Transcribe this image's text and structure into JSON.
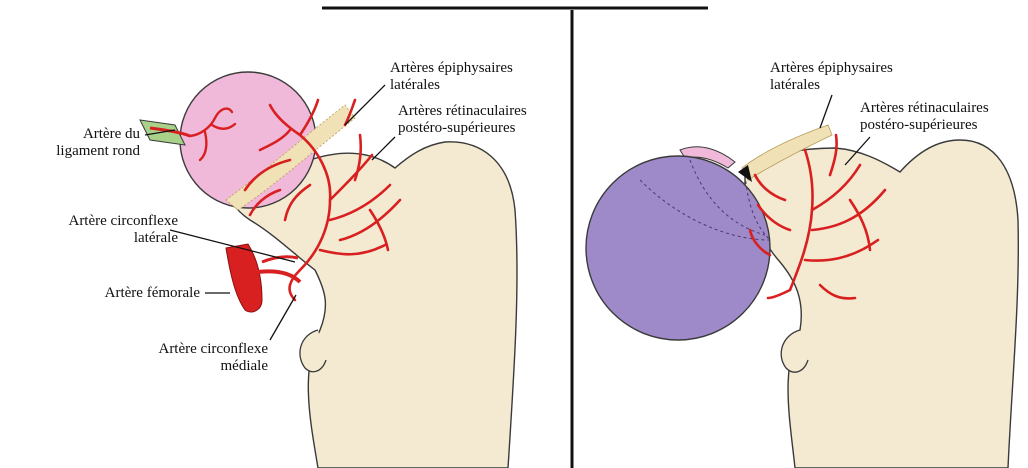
{
  "colors": {
    "background": "#ffffff",
    "bone": "#f4ead2",
    "bone_outline": "#3a3a3a",
    "artery": "#d92020",
    "head_pink": "#f1b9d9",
    "head_purple": "#9e8ac9",
    "ligament_green": "#a9d18a",
    "divider": "#111111"
  },
  "left_panel": {
    "labels": {
      "ligament_artery": [
        "Artère du",
        "ligament rond"
      ],
      "lateral_epiphyseal": [
        "Artères épiphysaires",
        "latérales"
      ],
      "retinacular": [
        "Artères rétinaculaires",
        "postéro-supérieures"
      ],
      "lateral_circumflex": [
        "Artère circonflexe",
        "latérale"
      ],
      "femoral": [
        "Artère fémorale"
      ],
      "medial_circumflex": [
        "Artère circonflexe",
        "médiale"
      ]
    }
  },
  "right_panel": {
    "labels": {
      "lateral_epiphyseal": [
        "Artères épiphysaires",
        "latérales"
      ],
      "retinacular": [
        "Artères rétinaculaires",
        "postéro-supérieures"
      ]
    }
  },
  "icons": {
    "left_figure": "femoral-head-vascular-illustration",
    "right_figure": "displaced-femoral-head-illustration"
  }
}
